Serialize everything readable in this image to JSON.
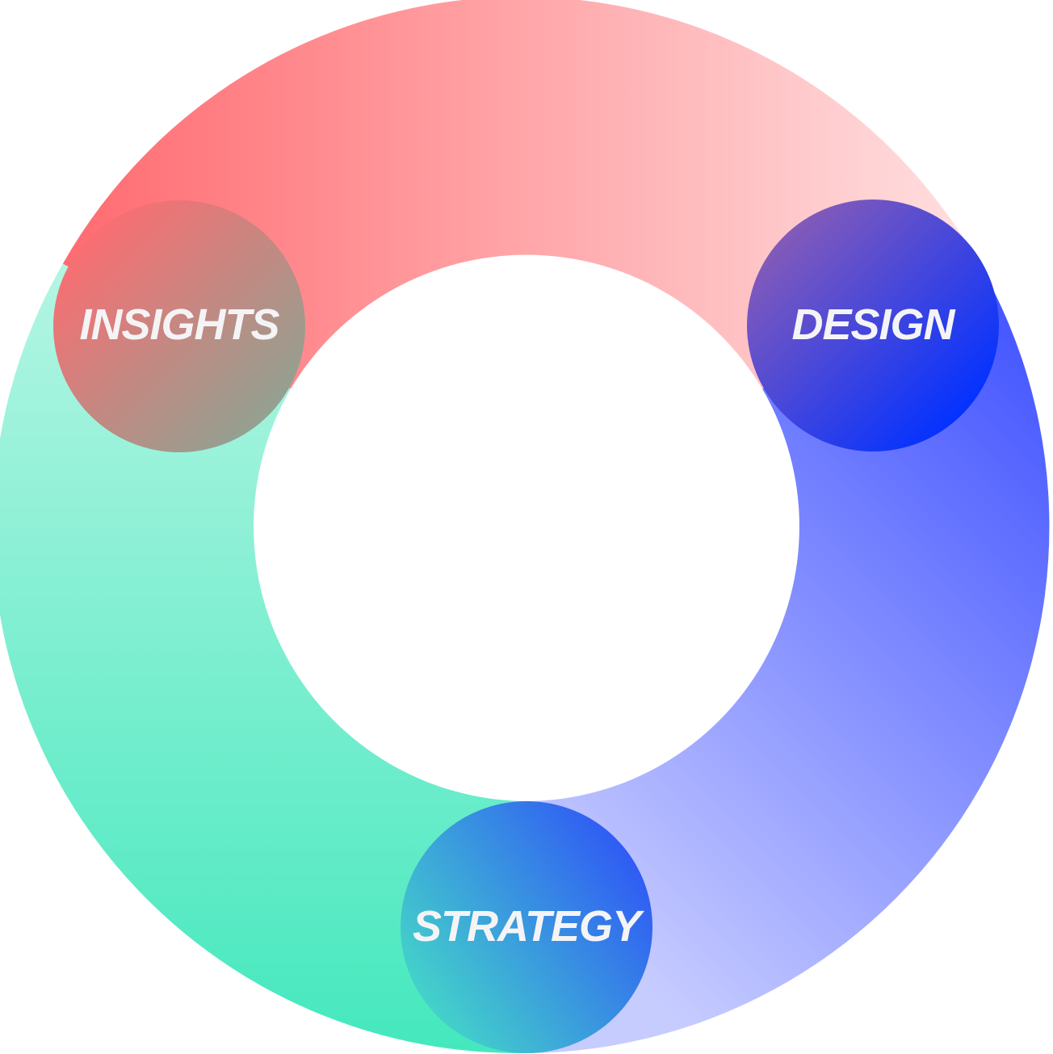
{
  "cycle": {
    "nodes": [
      {
        "label": "INSIGHTS"
      },
      {
        "label": "DESIGN"
      },
      {
        "label": "STRATEGY"
      }
    ]
  },
  "colors": {
    "insights_arc_start": "#ff6b70",
    "insights_arc_end": "#ffe0e1",
    "design_arc_start": "#3a4dff",
    "design_arc_end": "#c7ccff",
    "strategy_arc_start": "#44e8bd",
    "strategy_arc_end": "#b4f5e3",
    "insights_node_start": "#ff6b70",
    "insights_node_end": "#7eab97",
    "design_node_start": "#9460b0",
    "design_node_end": "#0432ff",
    "strategy_node_start": "#46e2c4",
    "strategy_node_end": "#2f59f5",
    "label_text": "#f4f4f6"
  }
}
